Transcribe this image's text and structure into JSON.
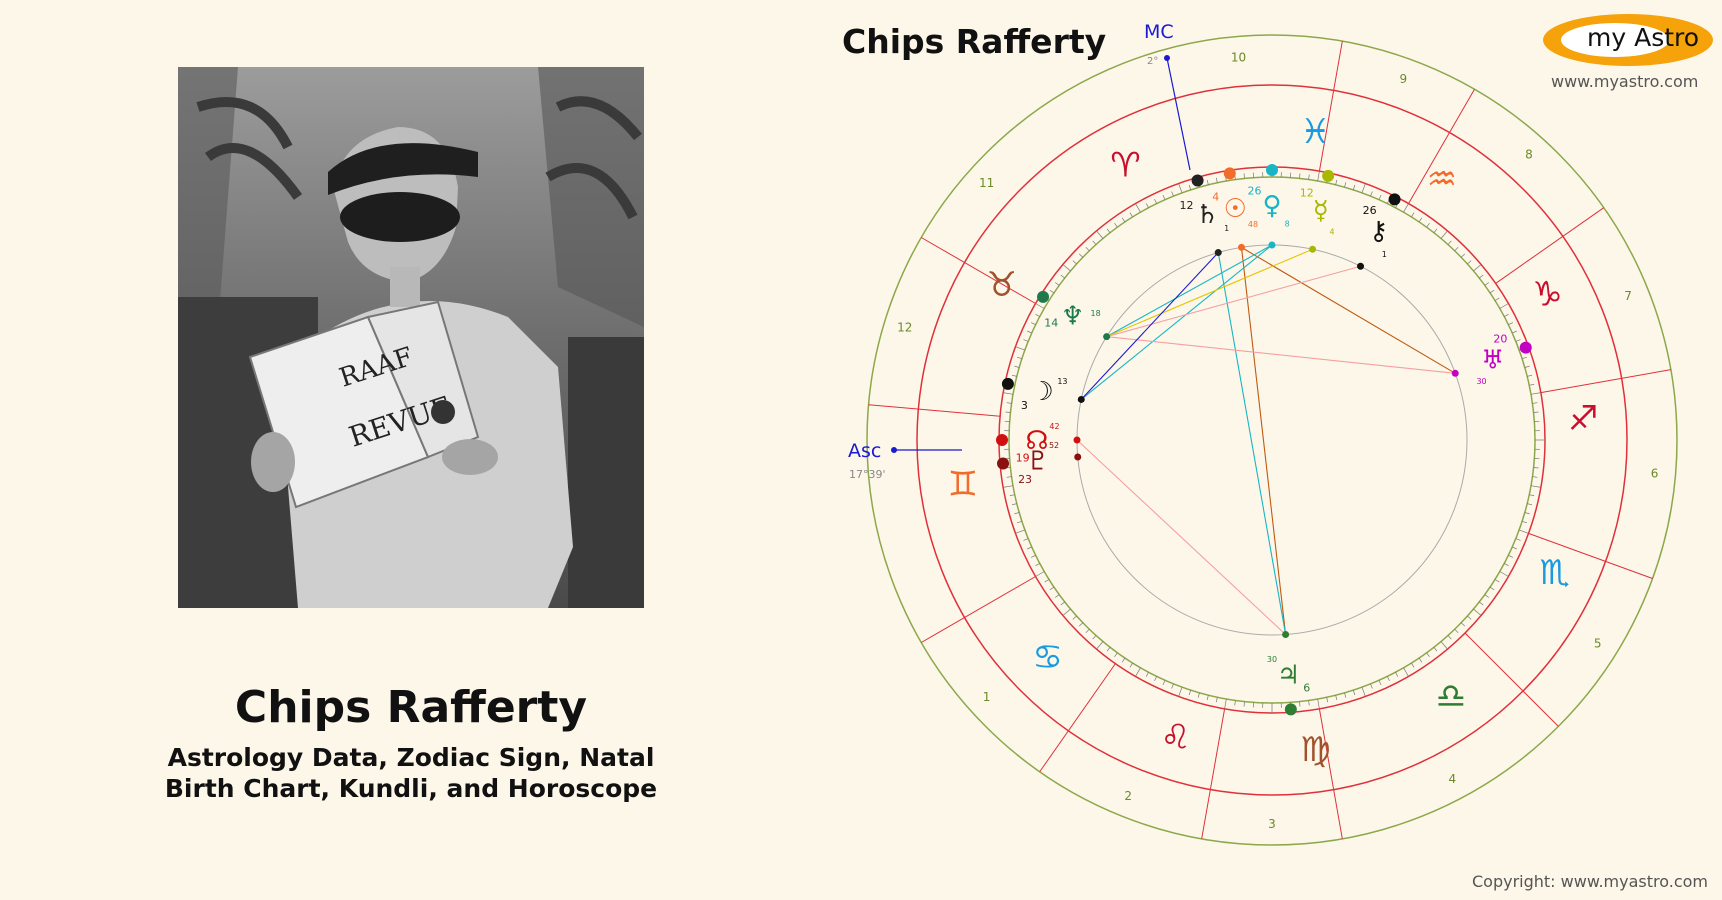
{
  "chart_title": "Chips Rafferty",
  "person": {
    "name": "Chips Rafferty",
    "subtitle": "Astrology Data, Zodiac Sign, Natal Birth Chart, Kundli, and Horoscope",
    "photo_caption": "RAAF REVUE"
  },
  "logo": {
    "text": "my Astro",
    "url": "www.myastro.com",
    "colors": {
      "ring": "#f5a20b",
      "inner": "#ffffff"
    }
  },
  "copyright": "Copyright: www.myastro.com",
  "wheel": {
    "angles": [
      {
        "label": "Asc",
        "degree": "17°39'"
      },
      {
        "label": "MC",
        "degree": "2°"
      }
    ],
    "houses": [
      "10",
      "9",
      "8",
      "7",
      "6",
      "5",
      "4",
      "3",
      "2",
      "1",
      "12",
      "11"
    ],
    "signs": [
      {
        "glyph": "♓",
        "name": "Pisces",
        "color": "#1a9ae0"
      },
      {
        "glyph": "♒",
        "name": "Aquarius",
        "color": "#f26b2b"
      },
      {
        "glyph": "♑",
        "name": "Capricorn",
        "color": "#c8102e"
      },
      {
        "glyph": "♐",
        "name": "Sagittarius",
        "color": "#c8102e"
      },
      {
        "glyph": "♏",
        "name": "Scorpio",
        "color": "#1a9ae0"
      },
      {
        "glyph": "♎",
        "name": "Libra",
        "color": "#2e7d32"
      },
      {
        "glyph": "♍",
        "name": "Virgo",
        "color": "#a0522d"
      },
      {
        "glyph": "♌",
        "name": "Leo",
        "color": "#c8102e"
      },
      {
        "glyph": "♋",
        "name": "Cancer",
        "color": "#1a9ae0"
      },
      {
        "glyph": "♊",
        "name": "Gemini",
        "color": "#f26b2b"
      },
      {
        "glyph": "♉",
        "name": "Taurus",
        "color": "#a0522d"
      },
      {
        "glyph": "♈",
        "name": "Aries",
        "color": "#c8102e"
      }
    ],
    "planets": [
      {
        "glyph": "♄",
        "name": "Saturn",
        "deg": "12",
        "min": "1",
        "color": "#222222"
      },
      {
        "glyph": "☉",
        "name": "Sun",
        "deg": "4",
        "min": "48",
        "color": "#f26b2b"
      },
      {
        "glyph": "♀",
        "name": "Venus",
        "deg": "26",
        "min": "8",
        "color": "#17b5c5"
      },
      {
        "glyph": "☿",
        "name": "Mercury",
        "deg": "12",
        "min": "4",
        "color": "#a8b800"
      },
      {
        "glyph": "⚷",
        "name": "Chiron",
        "deg": "26",
        "min": "1",
        "color": "#111111"
      },
      {
        "glyph": "♅",
        "name": "Uranus",
        "deg": "20",
        "min": "30",
        "color": "#c200c2"
      },
      {
        "glyph": "♇",
        "name": "Pluto",
        "deg": "23",
        "min": "52",
        "color": "#8b1111"
      },
      {
        "glyph": "☊",
        "name": "North Node",
        "deg": "19",
        "min": "42",
        "color": "#d01010"
      },
      {
        "glyph": "☽",
        "name": "Moon",
        "deg": "3",
        "min": "13",
        "color": "#111111"
      },
      {
        "glyph": "♆",
        "name": "Neptune",
        "deg": "14",
        "min": "18",
        "color": "#1e7a4a"
      },
      {
        "glyph": "♃",
        "name": "Jupiter",
        "deg": "6",
        "min": "30",
        "color": "#2e7d32"
      }
    ]
  }
}
